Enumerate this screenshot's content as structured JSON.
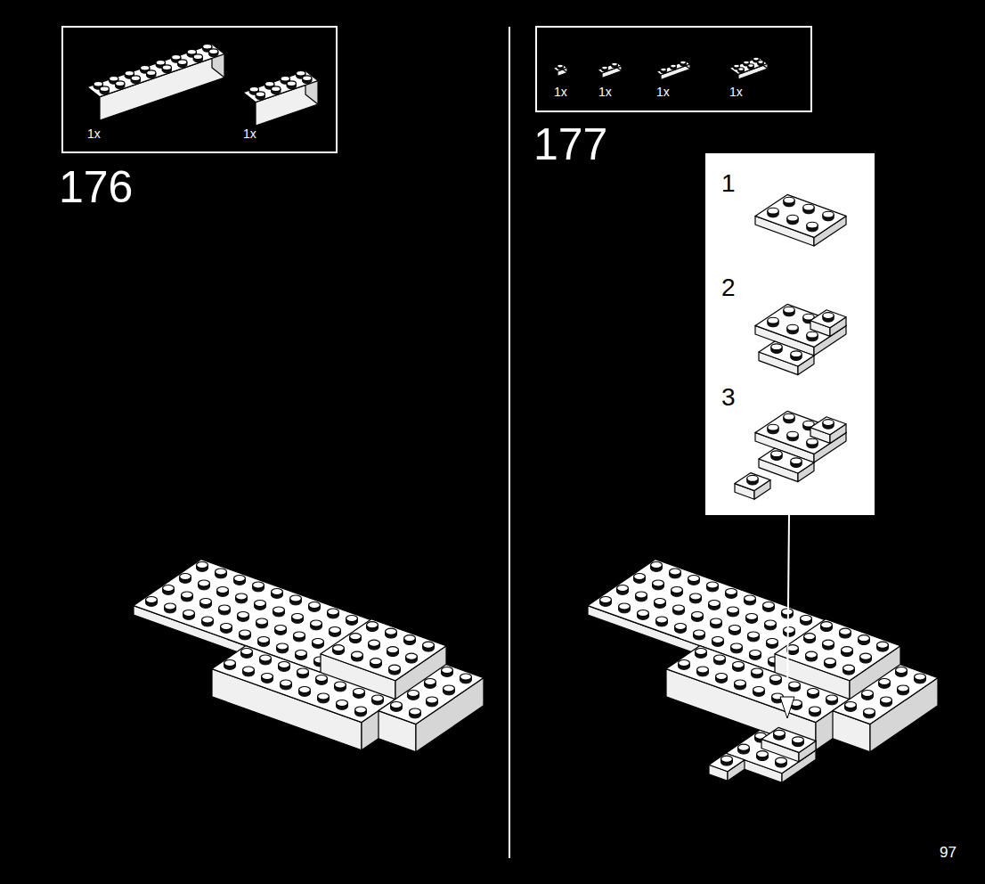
{
  "diagram": {
    "nodes": [
      {
        "text": [
          "1x",
          "1x"
        ]
      },
      {
        "text": [
          "1x",
          "1x",
          "1x",
          "1x"
        ]
      },
      {
        "text": [
          "1",
          "2",
          "3"
        ]
      }
    ],
    "labels": [
      "176",
      "177",
      "97"
    ]
  }
}
